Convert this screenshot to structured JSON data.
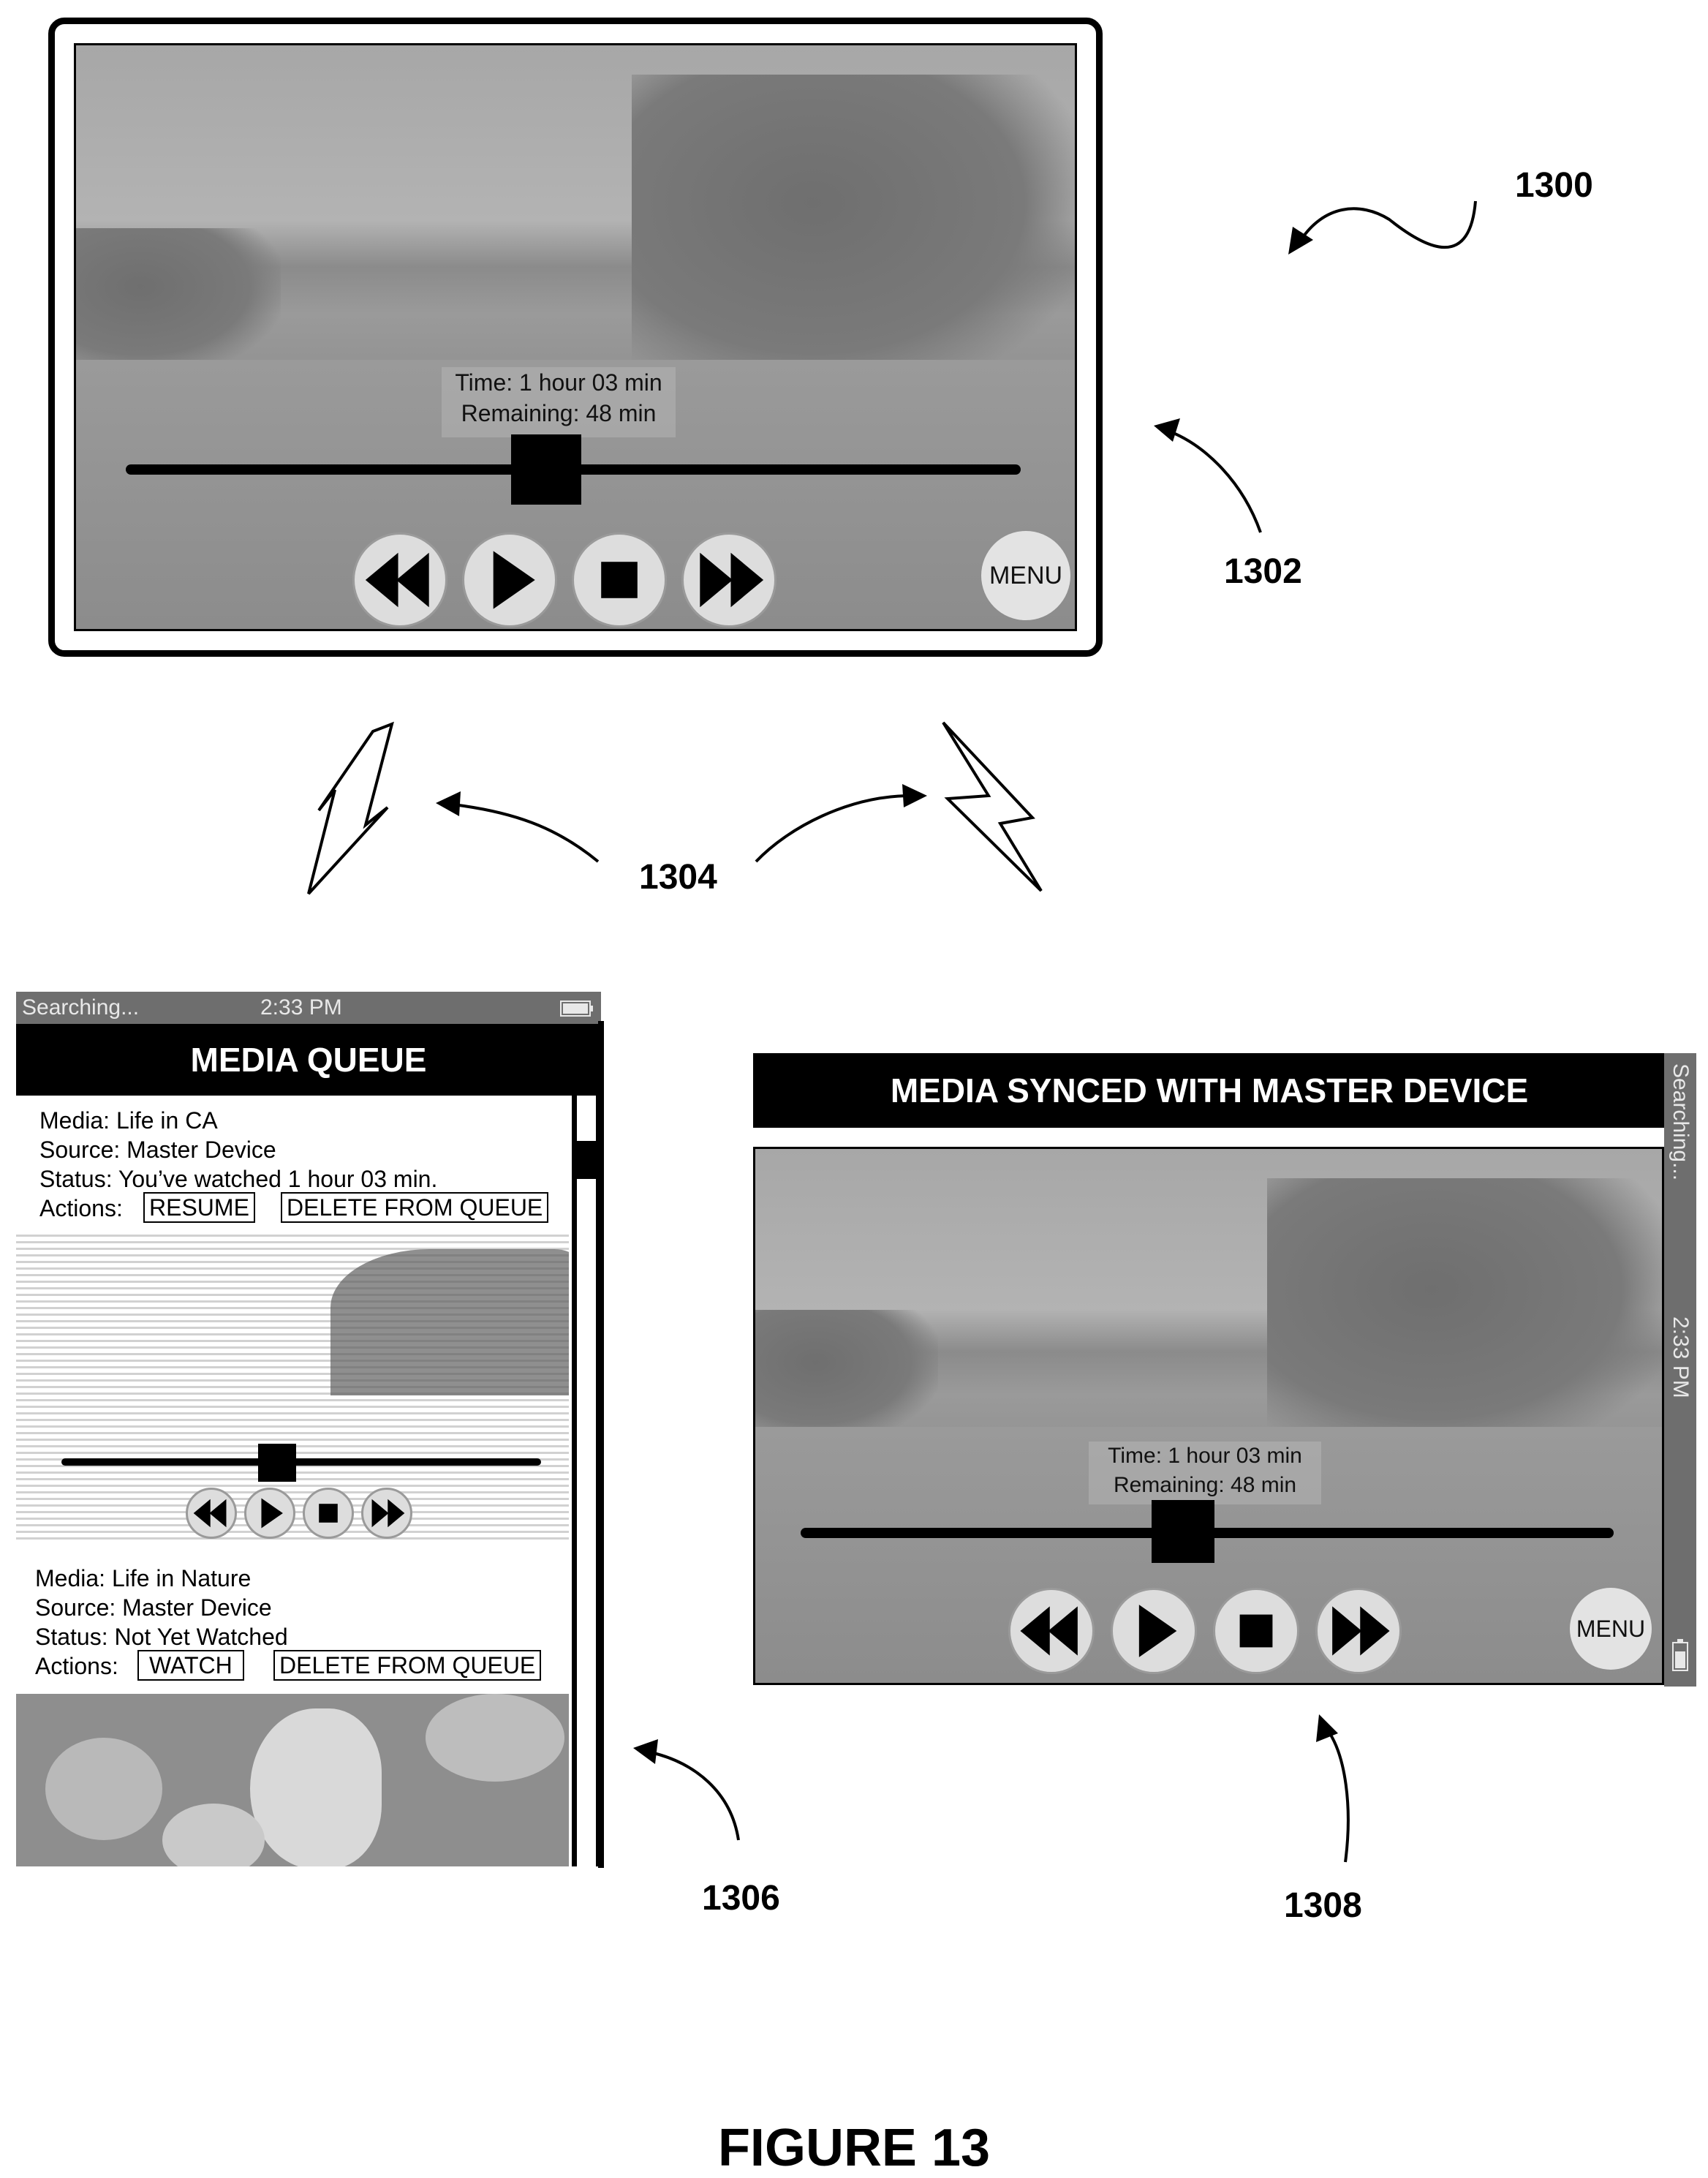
{
  "figure_title": "FIGURE 13",
  "refs": {
    "system": "1300",
    "master_device": "1302",
    "wireless": "1304",
    "phone_device": "1306",
    "tablet_device": "1308"
  },
  "player": {
    "time_text": "Time: 1 hour 03 min",
    "remaining_text": "Remaining: 48 min",
    "menu_label": "MENU",
    "progress_fraction": 0.47
  },
  "phone": {
    "status_carrier": "Searching...",
    "status_time": "2:33 PM",
    "header": "MEDIA QUEUE",
    "items": [
      {
        "media": "Media: Life in CA",
        "source": "Source: Master Device",
        "status": "Status: You’ve watched 1 hour 03 min.",
        "actions_label": "Actions:",
        "primary_button": "RESUME",
        "delete_button": "DELETE FROM QUEUE"
      },
      {
        "media": "Media: Life in Nature",
        "source": "Source: Master Device",
        "status": "Status: Not Yet Watched",
        "actions_label": "Actions:",
        "primary_button": "WATCH",
        "delete_button": "DELETE FROM QUEUE"
      }
    ],
    "thumb_progress_fraction": 0.45
  },
  "tablet": {
    "header": "MEDIA SYNCED WITH MASTER DEVICE",
    "status_carrier": "Searching...",
    "status_time": "2:33 PM",
    "time_text": "Time: 1 hour 03 min",
    "remaining_text": "Remaining: 48 min",
    "menu_label": "MENU",
    "progress_fraction": 0.47
  },
  "icons": [
    "rewind-icon",
    "play-icon",
    "stop-icon",
    "fast-forward-icon",
    "lightning-icon",
    "battery-icon"
  ]
}
